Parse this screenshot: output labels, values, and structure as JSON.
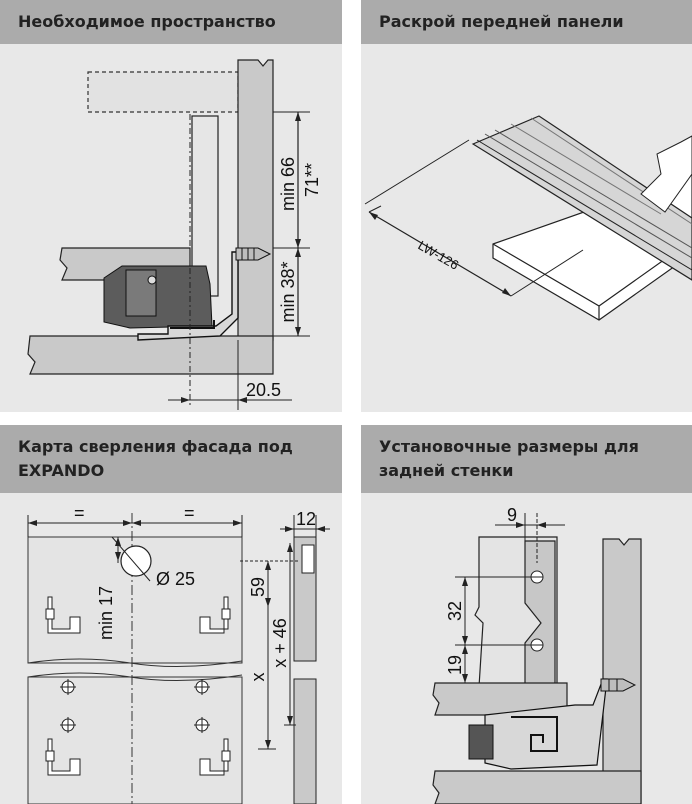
{
  "panels": {
    "space": {
      "title": "Необходимое пространство",
      "dims": {
        "min66": "min 66",
        "d71": "71**",
        "min38": "min 38*",
        "d20_5": "20.5"
      }
    },
    "cut": {
      "title": "Раскрой передней панели",
      "dims": {
        "lw": "LW-126"
      }
    },
    "drill": {
      "title": "Карта сверления фасада под EXPANDO",
      "dims": {
        "eq_left": "=",
        "eq_right": "=",
        "d12": "12",
        "min17": "min 17",
        "dia25": "Ø 25",
        "d59": "59",
        "x": "x",
        "x46": "x + 46"
      }
    },
    "back": {
      "title": "Установочные размеры для задней стенки",
      "dims": {
        "d9": "9",
        "d32": "32",
        "d19": "19"
      }
    }
  },
  "colors": {
    "panel_bg": "#e8e8e8",
    "title_bg": "#ababab",
    "part_grey": "#c7c7c7",
    "line": "#222222"
  }
}
